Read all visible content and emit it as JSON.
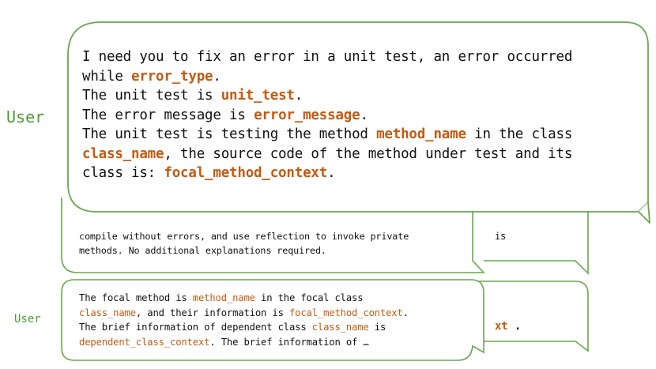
{
  "colors": {
    "bubble_stroke": "#6aa84f",
    "user_label": "#4e9a2e",
    "highlight": "#c55a11",
    "text": "#111111"
  },
  "top_prompt": {
    "speaker": "User",
    "line1_prefix": "I need you to fix an error in a unit test, an error occurred",
    "line2_prefix": "while ",
    "line2_var": "error_type",
    "line2_suffix": ".",
    "line3_prefix": "The unit test is ",
    "line3_var": "unit_test",
    "line3_suffix": ".",
    "line4_prefix": "The error message is ",
    "line4_var": "error_message",
    "line4_suffix": ".",
    "line5_prefix": "The unit test is testing the method ",
    "line5_var": "method_name",
    "line5_suffix": " in the class",
    "line6_var": "class_name",
    "line6_suffix": ", the source code of the method under test and its",
    "line7_prefix": "class is: ",
    "line7_var": "focal_method_context",
    "line7_suffix": "."
  },
  "middle_prompt": {
    "line1": "compile without errors, and use reflection to invoke private",
    "line2": "methods. No additional explanations required.",
    "right_fragment": "is"
  },
  "bottom_prompt": {
    "speaker": "User",
    "line1_prefix": "The focal method is ",
    "line1_var": "method_name",
    "line1_suffix": " in the focal class",
    "line2_var": "class_name",
    "line2_middle": ", and their information is ",
    "line2_var2": "focal_method_context",
    "line2_suffix": ".",
    "line3_prefix": "The brief information of dependent class ",
    "line3_var": "class_name",
    "line3_suffix": " is",
    "line4_var": "dependent_class_context",
    "line4_suffix": ". The brief information of …",
    "right_fragment_var": "xt",
    "right_fragment_suffix": " ."
  }
}
